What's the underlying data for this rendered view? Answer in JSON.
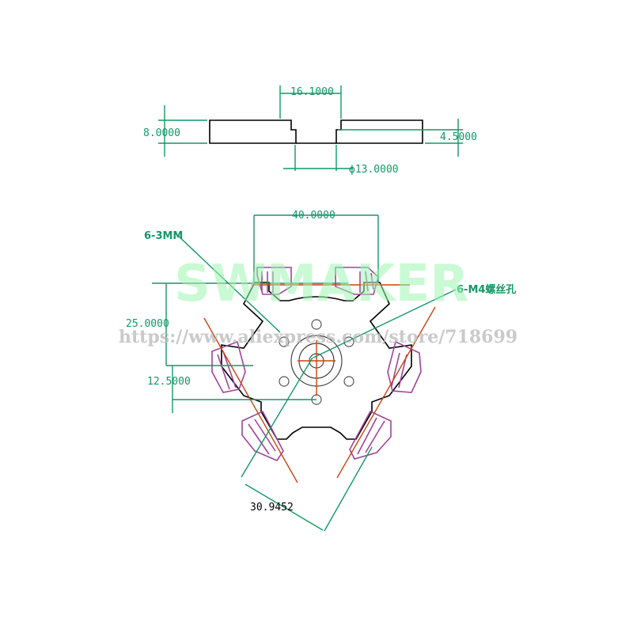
{
  "colors": {
    "outline": "#000000",
    "dimension": "#119966",
    "centerline": "#cc4411",
    "slot": "#a0449a",
    "watermark": "#9df5b0",
    "url_watermark": "#b8b8b8"
  },
  "side_view": {
    "dim_width": "16.1000",
    "dim_thickness": "8.0000",
    "dim_step": "4.5000",
    "dim_bore": "ϕ13.0000"
  },
  "top_view": {
    "dim_span": "40.0000",
    "dim_height": "25.0000",
    "dim_offset": "12.5000",
    "dim_diagonal": "30.9452",
    "note_holes": "6-3MM",
    "note_threads": "6-M4螺丝孔"
  },
  "watermark": {
    "brand": "SWMAKER",
    "url": "https://www.aliexpress.com/store/718699"
  }
}
